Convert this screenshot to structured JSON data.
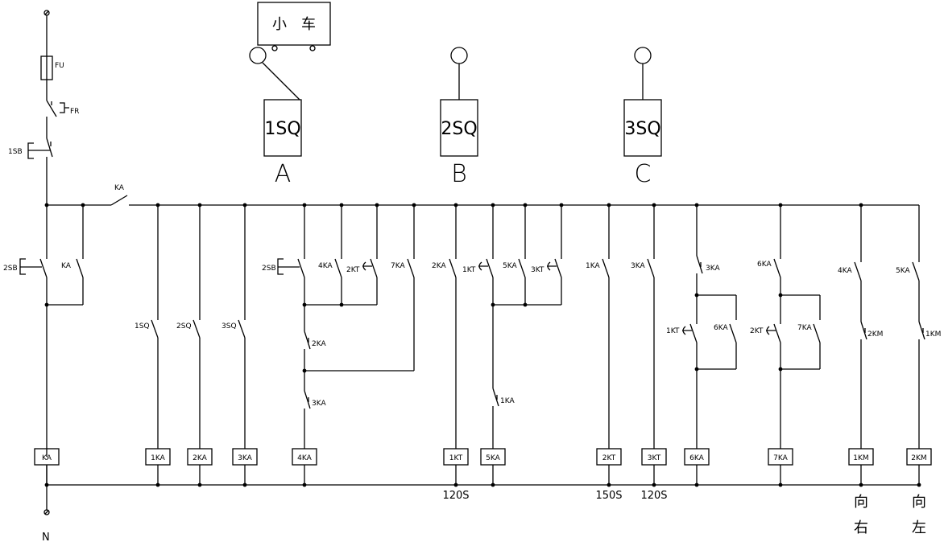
{
  "top": {
    "cart_label": "小　车",
    "sensors": [
      {
        "name": "1SQ",
        "position": "A"
      },
      {
        "name": "2SQ",
        "position": "B"
      },
      {
        "name": "3SQ",
        "position": "C"
      }
    ]
  },
  "left": {
    "fuse": "FU",
    "thermal_relay": "FR",
    "stop_button": "1SB",
    "start_button": "2SB",
    "hold_contact": "KA",
    "neutral": "N"
  },
  "bus_contact": "KA",
  "branches": [
    {
      "id": "b1",
      "contacts": [
        "1SQ"
      ],
      "coil": "1KA"
    },
    {
      "id": "b2",
      "contacts": [
        "2SQ"
      ],
      "coil": "2KA"
    },
    {
      "id": "b3",
      "contacts": [
        "3SQ"
      ],
      "coil": "3KA"
    },
    {
      "id": "b4",
      "contacts": [
        "2SB",
        "4KA",
        "2KT",
        "7KA",
        "2KA",
        "3KA"
      ],
      "coil": "4KA"
    },
    {
      "id": "b5",
      "contacts": [
        "2KA"
      ],
      "coil": "1KT",
      "timer": "120S"
    },
    {
      "id": "b6",
      "contacts": [
        "1KT",
        "5KA",
        "3KT",
        "1KA"
      ],
      "coil": "5KA"
    },
    {
      "id": "b7",
      "contacts": [
        "1KA"
      ],
      "coil": "2KT",
      "timer": "150S"
    },
    {
      "id": "b8",
      "contacts": [
        "3KA"
      ],
      "coil": "3KT",
      "timer": "120S"
    },
    {
      "id": "b9",
      "contacts": [
        "3KA",
        "1KT",
        "6KA"
      ],
      "coil": "6KA"
    },
    {
      "id": "b10",
      "contacts": [
        "6KA",
        "2KT",
        "7KA"
      ],
      "coil": "7KA"
    },
    {
      "id": "b11",
      "contacts": [
        "4KA",
        "2KM"
      ],
      "coil": "1KM",
      "direction": "向\n右"
    },
    {
      "id": "b12",
      "contacts": [
        "5KA",
        "1KM"
      ],
      "coil": "2KM",
      "direction": "向\n左"
    }
  ],
  "coils": [
    "KA",
    "1KA",
    "2KA",
    "3KA",
    "4KA",
    "1KT",
    "5KA",
    "2KT",
    "3KT",
    "6KA",
    "7KA",
    "1KM",
    "2KM"
  ],
  "timers": [
    {
      "coil": "1KT",
      "value": "120S"
    },
    {
      "coil": "2KT",
      "value": "150S"
    },
    {
      "coil": "3KT",
      "value": "120S"
    }
  ],
  "directions": [
    {
      "coil": "1KM",
      "line1": "向",
      "line2": "右"
    },
    {
      "coil": "2KM",
      "line1": "向",
      "line2": "左"
    }
  ]
}
